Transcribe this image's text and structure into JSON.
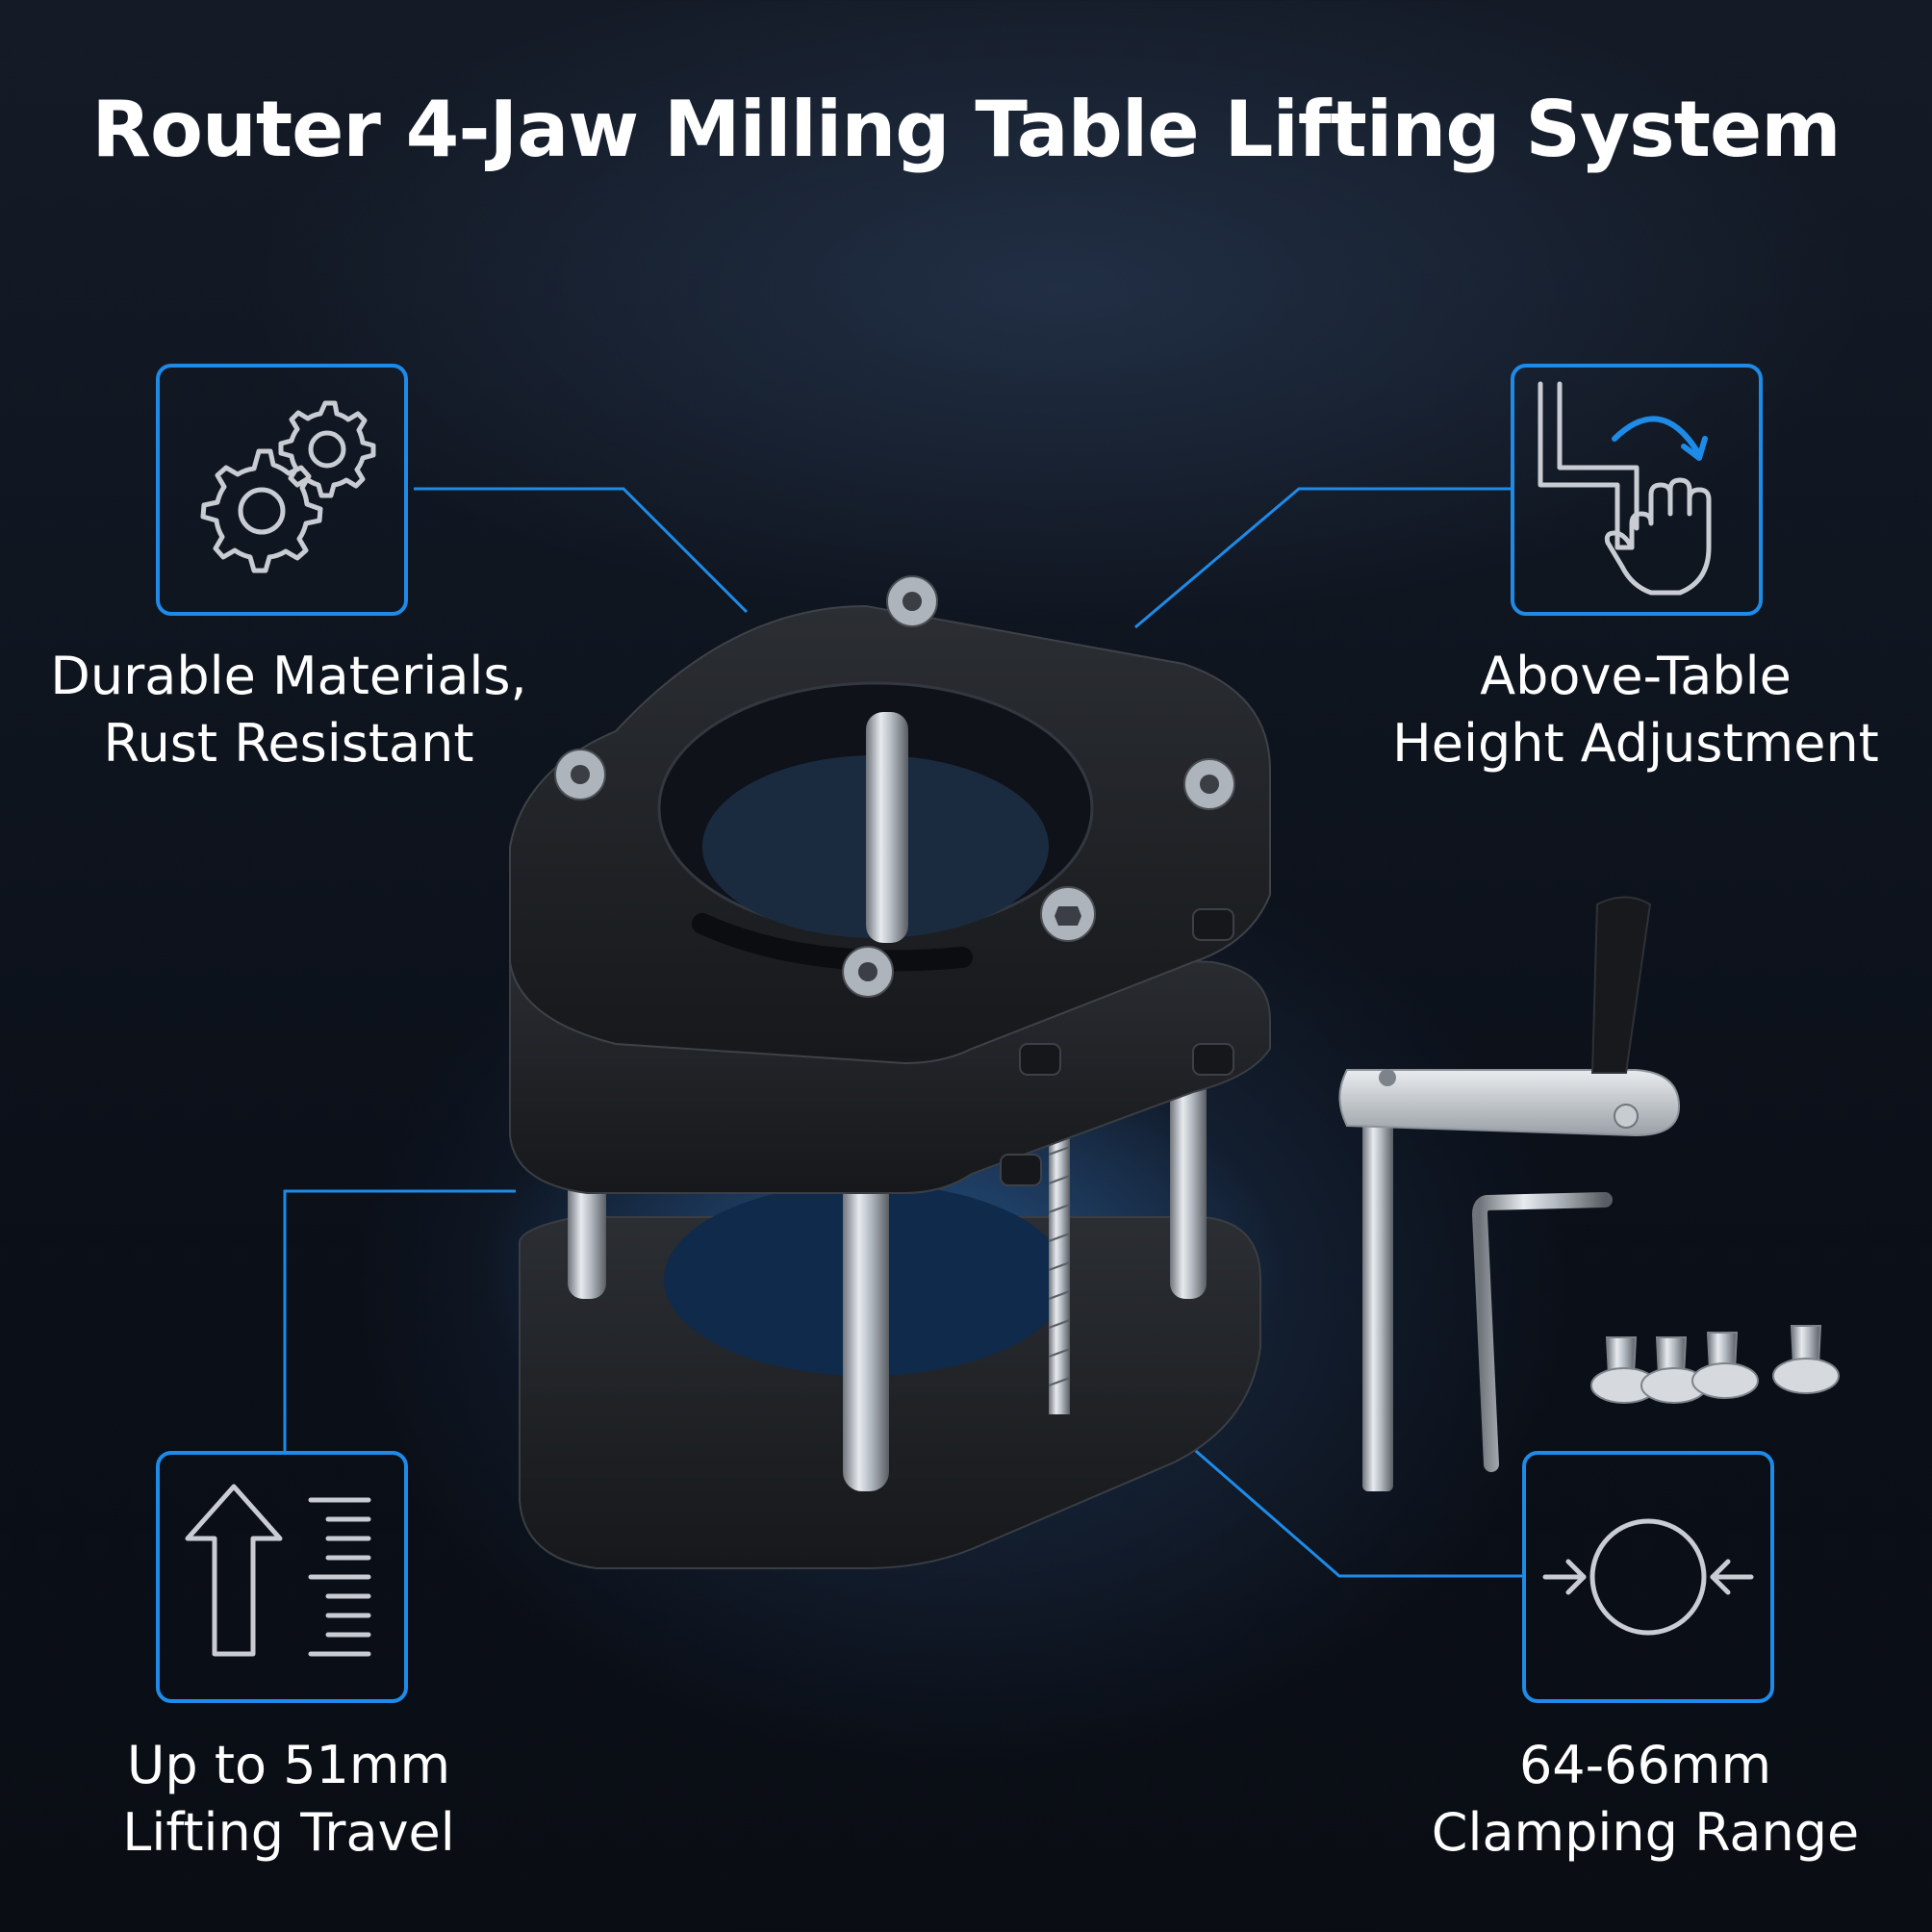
{
  "title": "Router 4-Jaw Milling Table Lifting System",
  "accent_color": "#1e8be8",
  "features": {
    "durable": {
      "icon": "gears-icon",
      "line1": "Durable Materials,",
      "line2": "Rust Resistant"
    },
    "height": {
      "icon": "hand-crank-adjust-icon",
      "line1": "Above-Table",
      "line2": "Height Adjustment"
    },
    "lifting": {
      "icon": "arrow-up-scale-icon",
      "line1": "Up to 51mm",
      "line2": "Lifting Travel"
    },
    "clamping": {
      "icon": "clamp-circle-icon",
      "line1": "64-66mm",
      "line2": "Clamping Range"
    }
  }
}
